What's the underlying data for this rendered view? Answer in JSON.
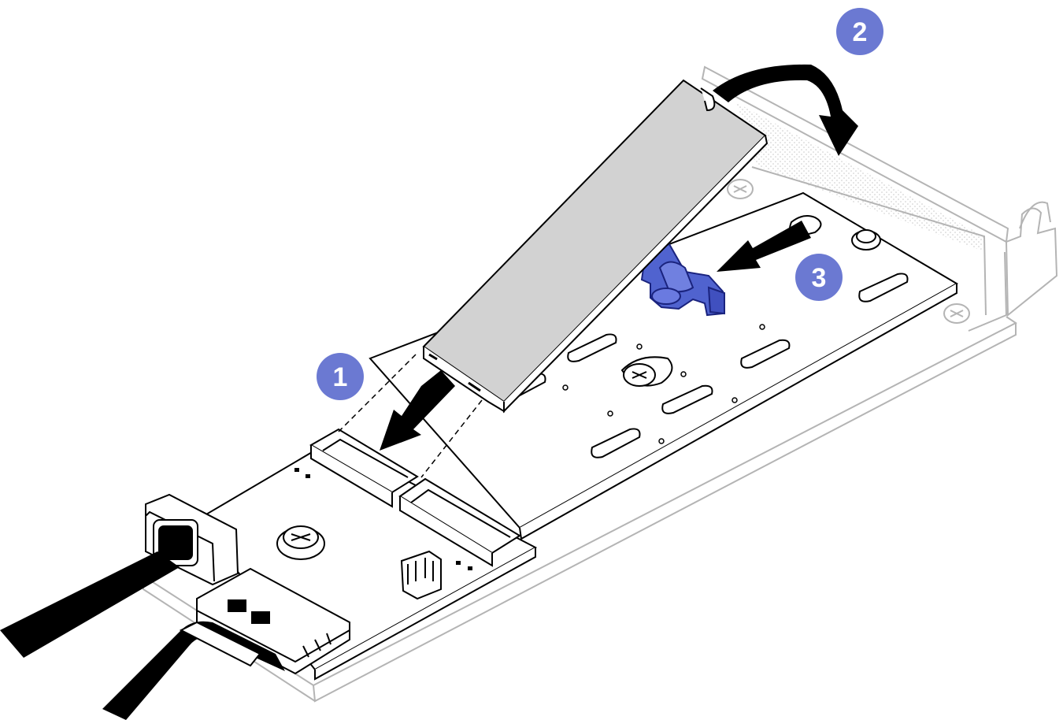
{
  "steps": [
    {
      "number": "1",
      "label": "insert-m2-drive"
    },
    {
      "number": "2",
      "label": "rotate-drive-down"
    },
    {
      "number": "3",
      "label": "slide-retainer"
    }
  ],
  "colors": {
    "step_badge": "#6b79d2",
    "retainer_clip": "#5063cf",
    "drive_body": "#d2d2d2",
    "line": "#000000",
    "bracket": "#b4b4b4"
  },
  "icons": [
    "m2-drive",
    "m2-adapter-board",
    "retainer-clip",
    "signal-cable",
    "power-cable",
    "pci-bracket",
    "screw-icon",
    "arrow-icon"
  ]
}
